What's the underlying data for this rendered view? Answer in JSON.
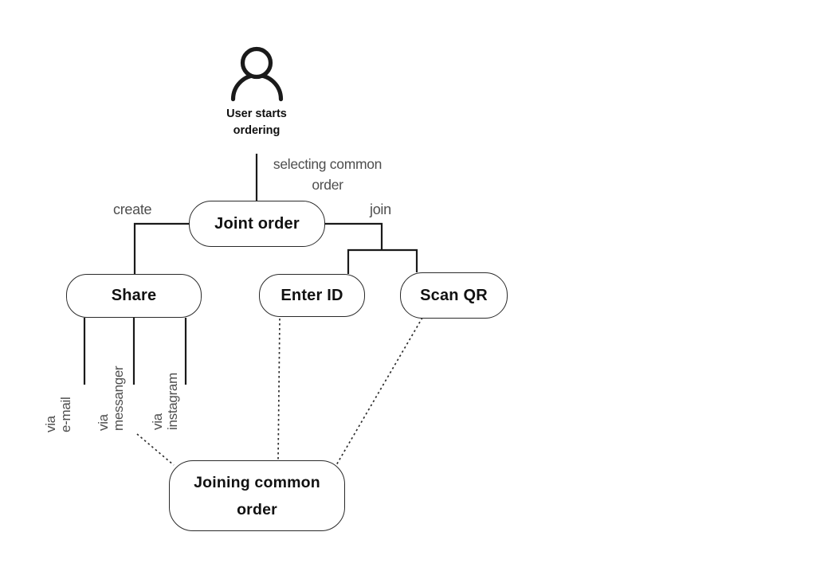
{
  "colors": {
    "background": "#ffffff",
    "line": "#1a1a1a",
    "dash": "#2e2e2e",
    "node_border": "#2a2a2a",
    "node_text": "#111111",
    "label_text": "#4e4e4e"
  },
  "actor": {
    "icon": "person-icon",
    "label": "User starts ordering"
  },
  "nodes": {
    "joint_order": {
      "label": "Joint order"
    },
    "share": {
      "label": "Share"
    },
    "enter_id": {
      "label": "Enter ID"
    },
    "scan_qr": {
      "label": "Scan QR"
    },
    "joining_common_order": {
      "label": "Joining common order"
    }
  },
  "edge_labels": {
    "selecting": "selecting common order",
    "create": "create",
    "join": "join",
    "via_email": "via\ne-mail",
    "via_messanger": "via\nmessanger",
    "via_instagram": "via\ninstagram"
  },
  "edges": [
    {
      "from": "actor",
      "to": "joint_order",
      "style": "solid",
      "label": "selecting common order"
    },
    {
      "from": "joint_order",
      "to": "share",
      "style": "solid",
      "label": "create"
    },
    {
      "from": "joint_order",
      "to": "enter_id",
      "style": "solid",
      "label": "join"
    },
    {
      "from": "joint_order",
      "to": "scan_qr",
      "style": "solid",
      "label": "join"
    },
    {
      "from": "share",
      "to": "joining_common_order",
      "style": "dashed",
      "label": "via e-mail"
    },
    {
      "from": "share",
      "to": "joining_common_order",
      "style": "dashed",
      "label": "via messanger"
    },
    {
      "from": "share",
      "to": "joining_common_order",
      "style": "dashed",
      "label": "via instagram"
    },
    {
      "from": "enter_id",
      "to": "joining_common_order",
      "style": "dashed",
      "label": ""
    },
    {
      "from": "scan_qr",
      "to": "joining_common_order",
      "style": "dashed",
      "label": ""
    }
  ]
}
